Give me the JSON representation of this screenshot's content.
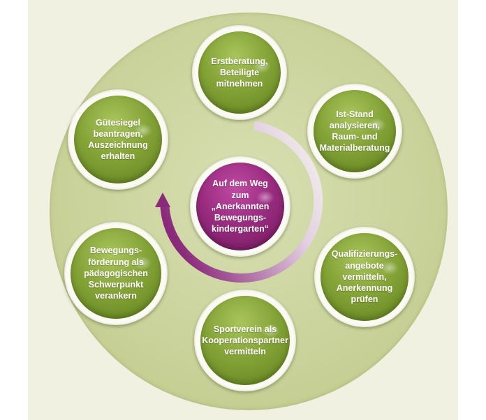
{
  "diagram": {
    "center": {
      "label": "Auf dem Weg\nzum\n„Anerkannten\nBewegungs-\nkindergarten“"
    },
    "steps": [
      {
        "label": "Erstberatung,\nBeteiligte\nmitnehmen"
      },
      {
        "label": "Ist-Stand\nanalysieren,\nRaum- und\nMaterialberatung"
      },
      {
        "label": "Qualifizierungs-\nangebote\nvermitteln,\nAnerkennung\nprüfen"
      },
      {
        "label": "Sportverein als\nKooperationspartner\nvermitteln"
      },
      {
        "label": "Bewegungs-\nförderung als\npädagogischen\nSchwerpunkt\nverankern"
      },
      {
        "label": "Gütesiegel\nbeantragen,\nAuszeichnung\nerhalten"
      }
    ],
    "colors": {
      "step_fill": "#84a337",
      "center_fill": "#9a2c80",
      "arrow_start": "#f4f4ee",
      "arrow_end": "#8a2a7a",
      "ring": "#c6d095"
    }
  }
}
